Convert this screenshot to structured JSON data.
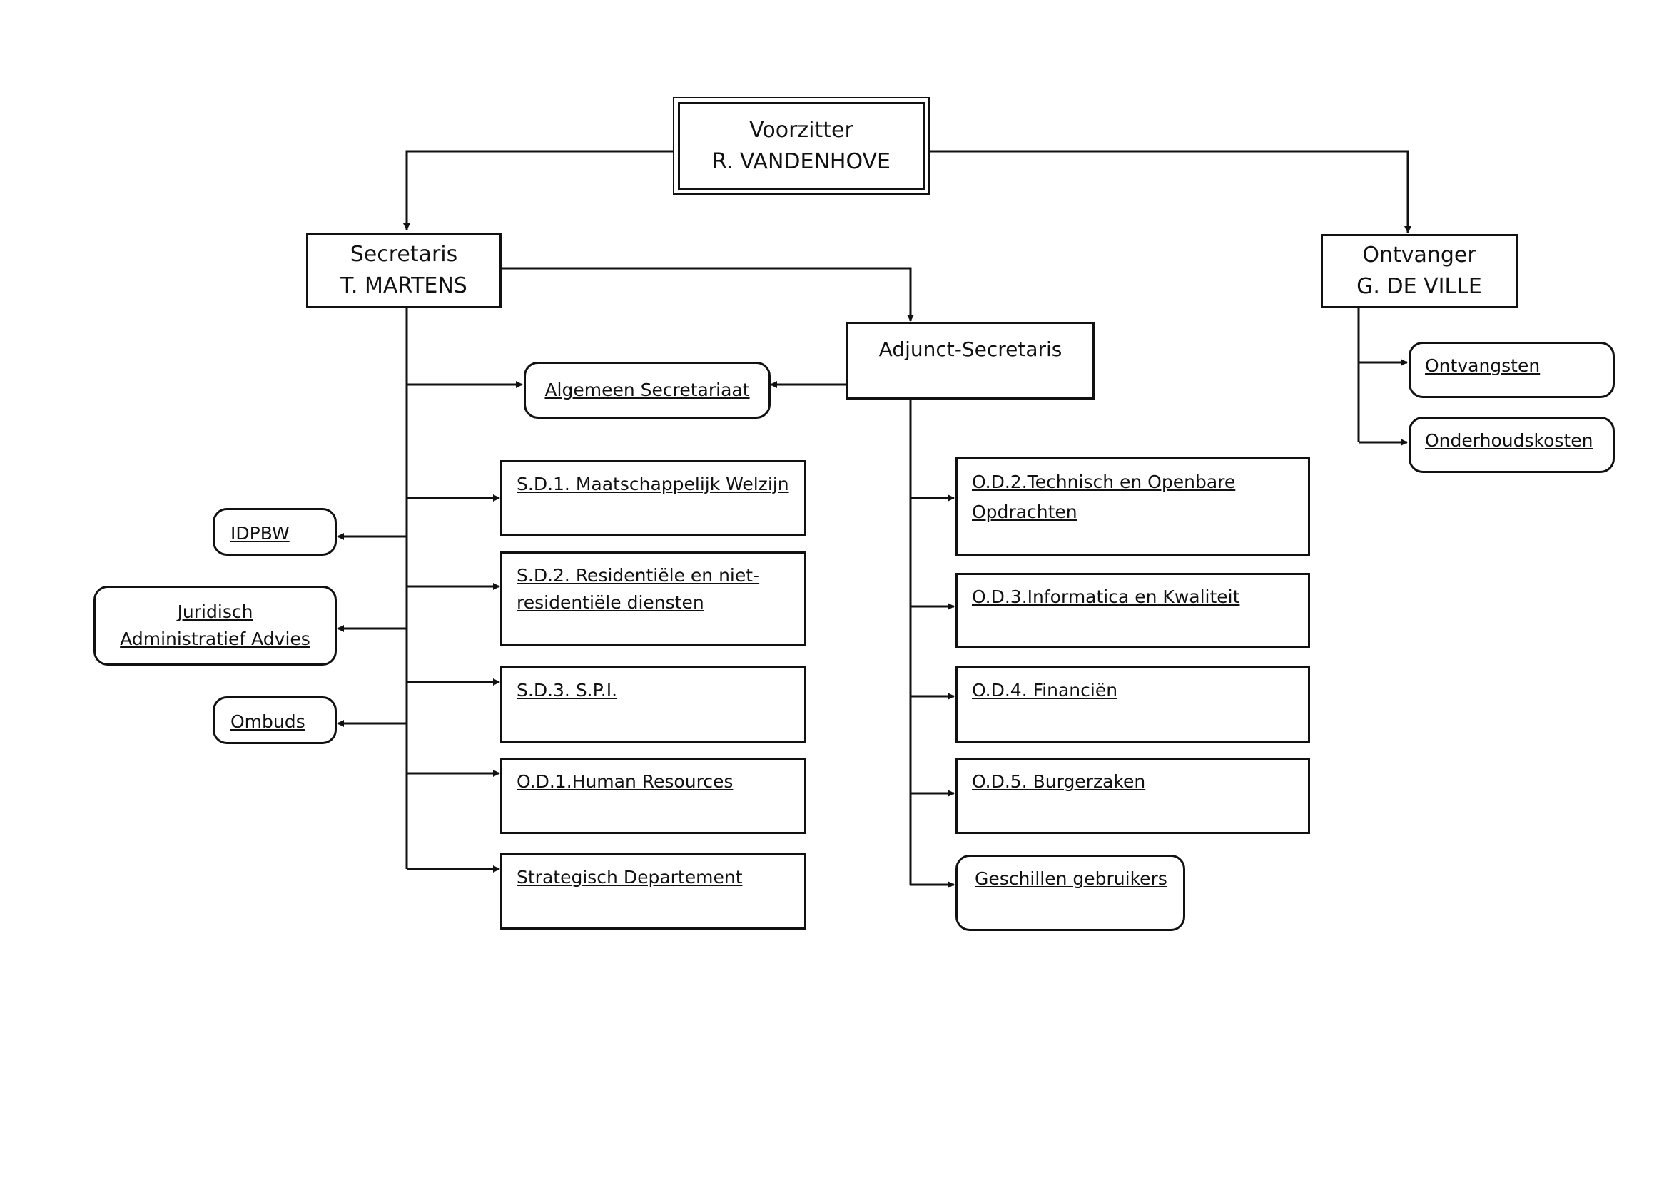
{
  "chairman": {
    "title": "Voorzitter",
    "name": "R. VANDENHOVE"
  },
  "secretary": {
    "title": "Secretaris",
    "name": "T. MARTENS"
  },
  "receiver": {
    "title": "Ontvanger",
    "name": "G. DE VILLE"
  },
  "deputy_secretary": {
    "title": "Adjunct-Secretaris"
  },
  "general_secretariat": "Algemeen Secretariaat",
  "staff_units": {
    "idpbw": "IDPBW",
    "legal_line1": "Juridisch",
    "legal_line2": "Administratief Advies",
    "ombuds": "Ombuds"
  },
  "secretary_departments": [
    {
      "label": "S.D.1. Maatschappelijk Welzijn"
    },
    {
      "label": "S.D.2. Residentiële en niet-residentiële diensten"
    },
    {
      "label": "S.D.3. S.P.I."
    },
    {
      "label": "O.D.1.Human Resources"
    },
    {
      "label": "Strategisch Departement"
    }
  ],
  "deputy_departments": [
    {
      "label": "O.D.2.Technisch en Openbare Opdrachten"
    },
    {
      "label": "O.D.3.Informatica en Kwaliteit"
    },
    {
      "label": "O.D.4. Financiën"
    },
    {
      "label": "O.D.5. Burgerzaken"
    },
    {
      "label": "Geschillen gebruikers"
    }
  ],
  "receiver_units": [
    {
      "label": "Ontvangsten"
    },
    {
      "label": "Onderhoudskosten"
    }
  ]
}
